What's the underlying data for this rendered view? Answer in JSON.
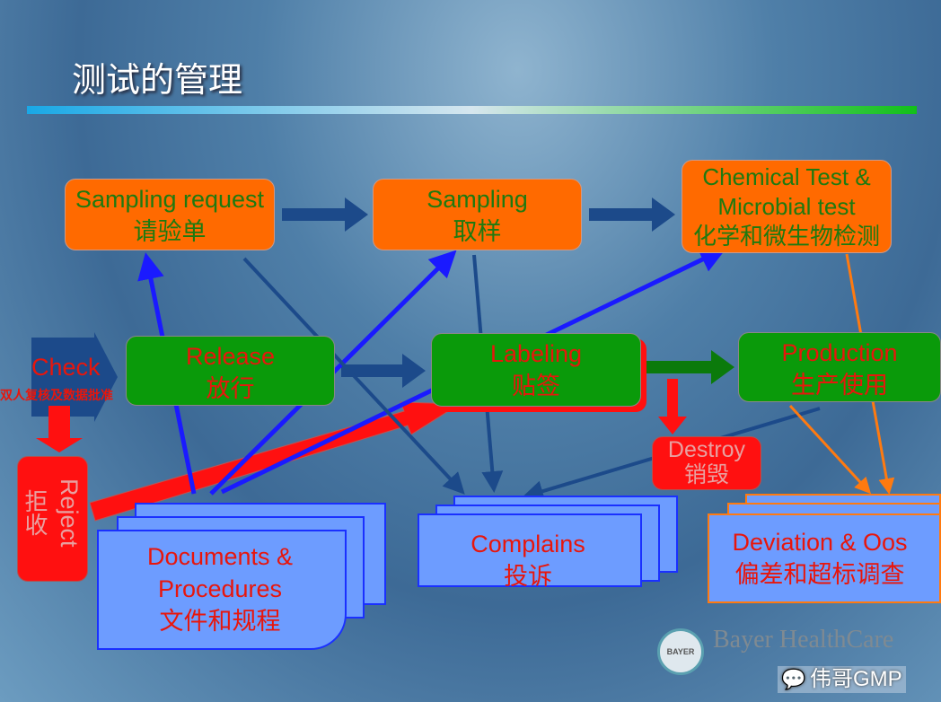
{
  "title": "测试的管理",
  "nodes": {
    "sampling_request": {
      "en": "Sampling request",
      "zh": "请验单"
    },
    "sampling": {
      "en": "Sampling",
      "zh": "取样"
    },
    "chemical": {
      "en1": "Chemical Test &",
      "en2": "Microbial test",
      "zh": "化学和微生物检测"
    },
    "check": {
      "en": "Check",
      "zh": "双人复核及数据批准"
    },
    "release": {
      "en": "Release",
      "zh": "放行"
    },
    "labeling": {
      "en": "Labeling",
      "zh": "贴签"
    },
    "production": {
      "en": "Production",
      "zh": "生产使用"
    },
    "reject": {
      "en": "Reject",
      "zh": "拒收"
    },
    "destroy": {
      "en": "Destroy",
      "zh": "销毁"
    },
    "documents": {
      "en1": "Documents &",
      "en2": "Procedures",
      "zh": "文件和规程"
    },
    "complains": {
      "en": "Complains",
      "zh": "投诉"
    },
    "deviation": {
      "en": "Deviation & Oos",
      "zh": "偏差和超标调查"
    }
  },
  "logo": {
    "brand": "BAYER",
    "company": "Bayer HealthCare",
    "watermark": "伟哥GMP"
  }
}
